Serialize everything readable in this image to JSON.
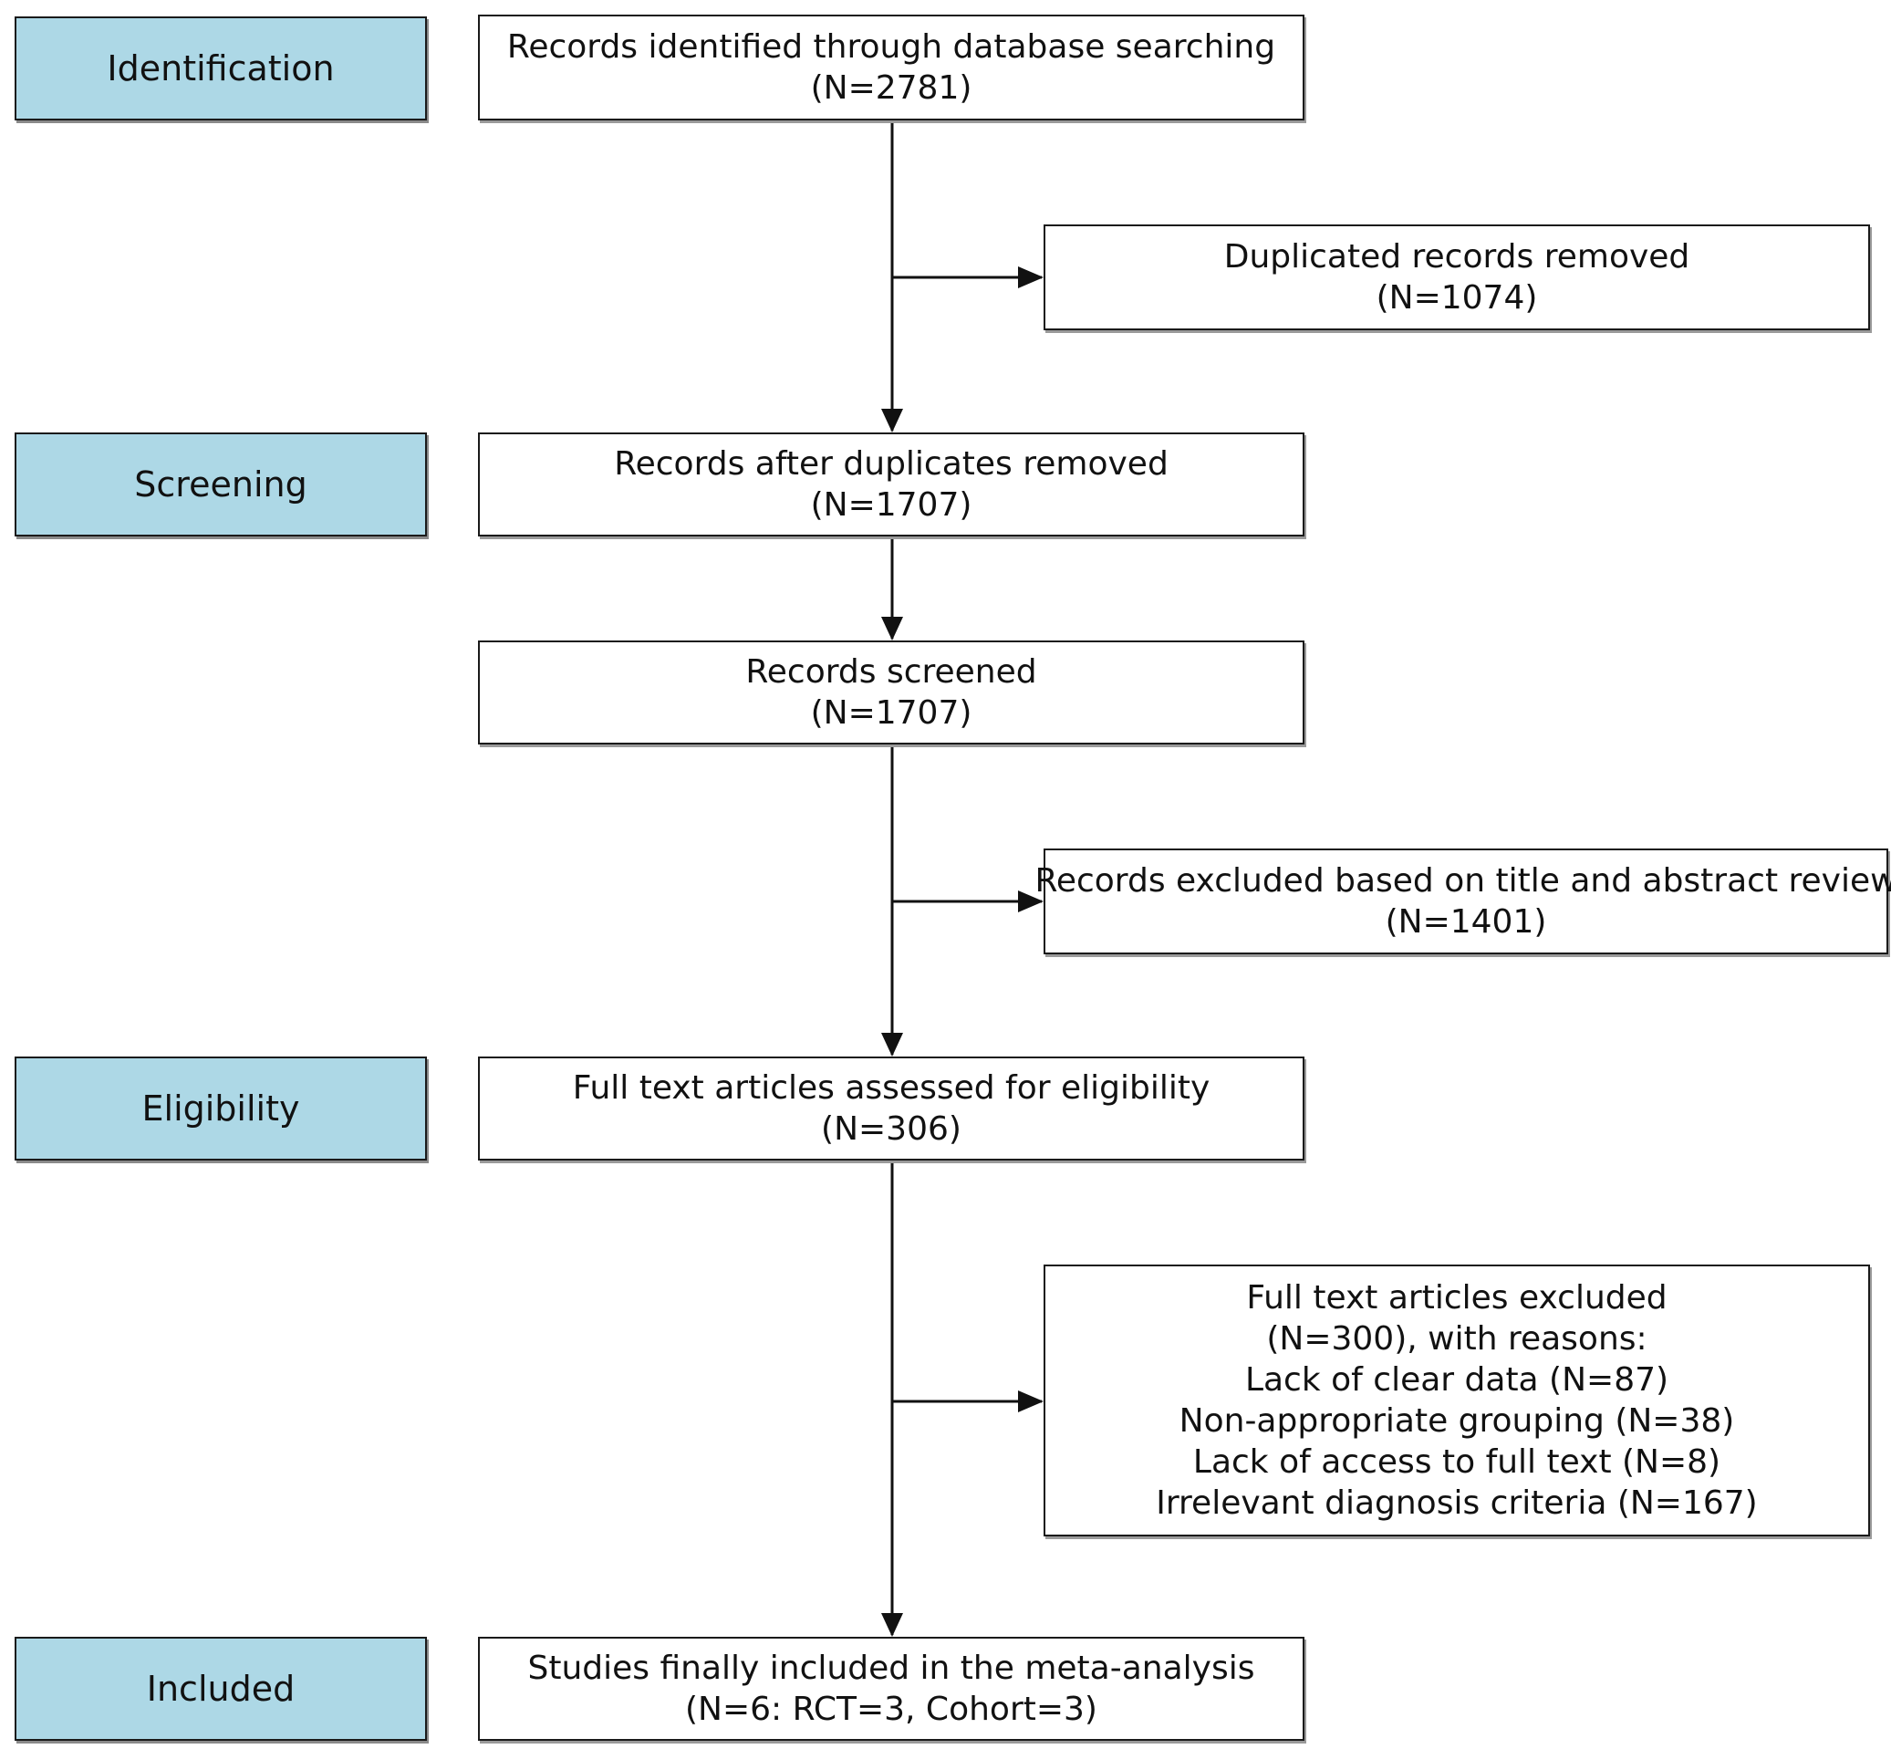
{
  "colors": {
    "stage_fill": "#add8e6",
    "box_border": "#1a1a1a",
    "arrow": "#111111"
  },
  "stages": {
    "identification": "Identification",
    "screening": "Screening",
    "eligibility": "Eligibility",
    "included": "Included"
  },
  "boxes": {
    "identified": {
      "line1": "Records identified through database searching",
      "line2": "(N=2781)"
    },
    "duplicates_removed": {
      "line1": "Duplicated records removed",
      "line2": "(N=1074)"
    },
    "after_duplicates": {
      "line1": "Records after duplicates removed",
      "line2": "(N=1707)"
    },
    "screened": {
      "line1": "Records screened",
      "line2": "(N=1707)"
    },
    "excluded_title_abstract": {
      "line1": "Records excluded based on title and abstract review",
      "line2": "(N=1401)"
    },
    "full_text_assessed": {
      "line1": "Full text articles assessed for eligibility",
      "line2": "(N=306)"
    },
    "full_text_excluded": {
      "line1": "Full text articles excluded",
      "line2": "(N=300), with reasons:",
      "reasons": [
        "Lack of clear data (N=87)",
        "Non-appropriate grouping (N=38)",
        "Lack of access to full text (N=8)",
        "Irrelevant diagnosis criteria (N=167)"
      ]
    },
    "included_studies": {
      "line1": "Studies finally included in the meta-analysis",
      "line2": "(N=6: RCT=3, Cohort=3)"
    }
  }
}
